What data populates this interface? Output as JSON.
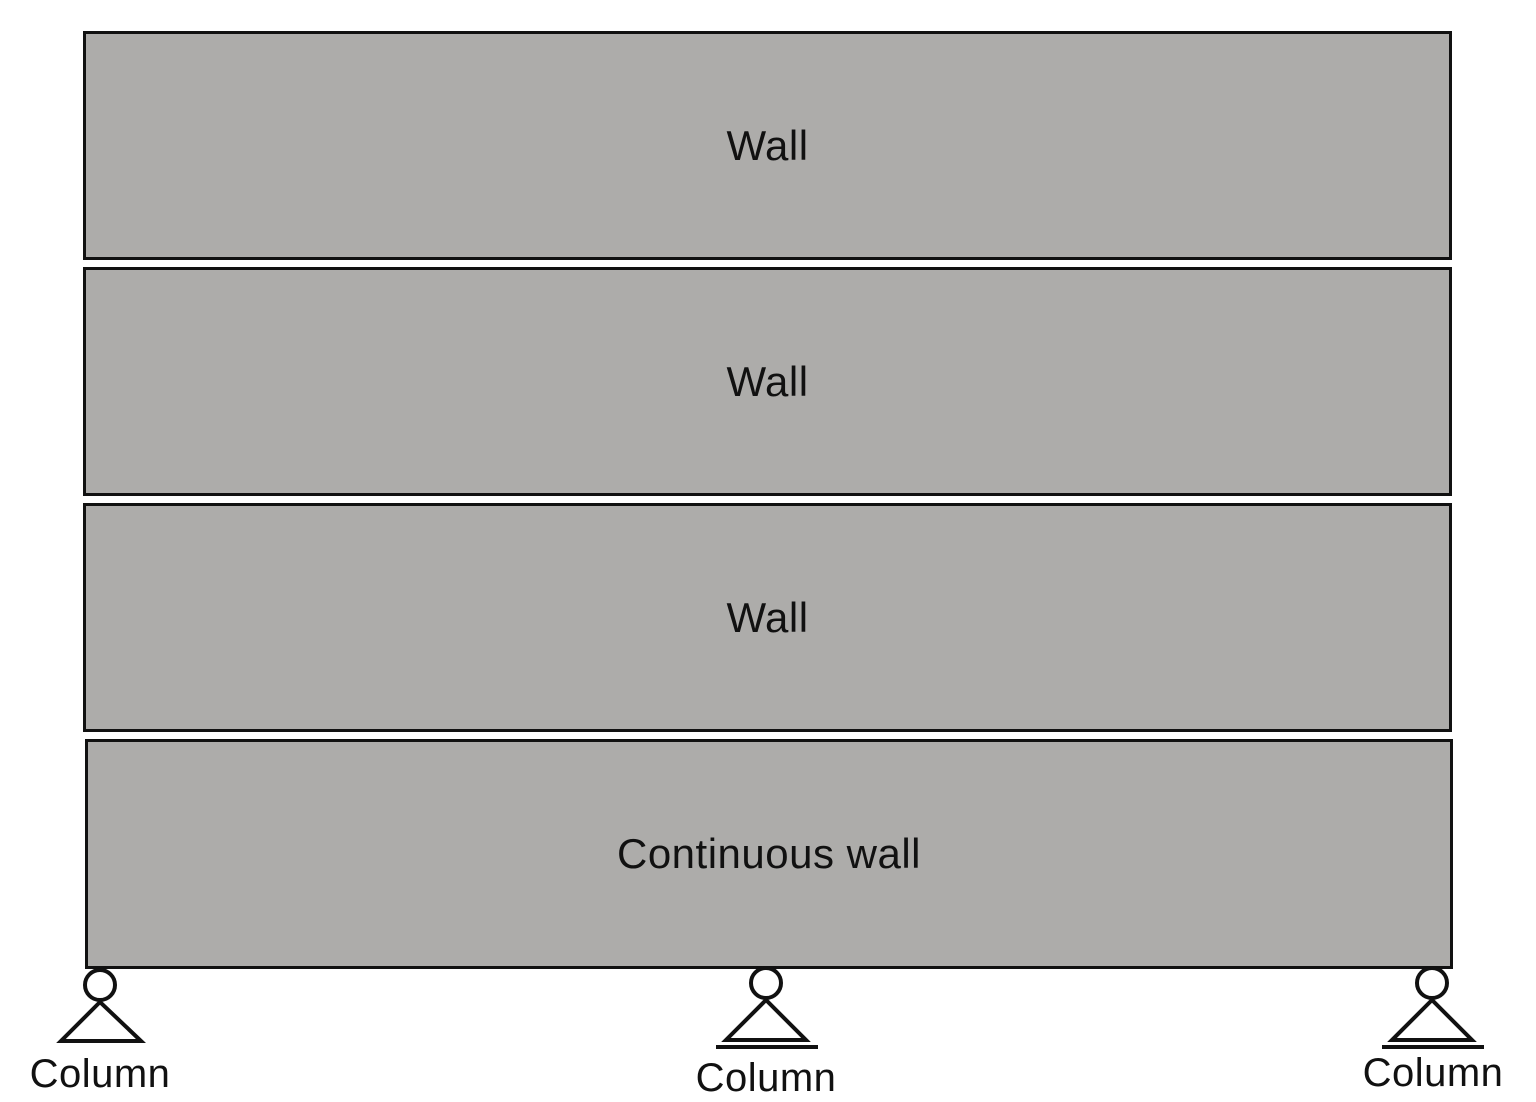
{
  "diagram": {
    "fill_color": "#adacaa",
    "stroke_color": "#111111",
    "panels": [
      {
        "label": "Wall"
      },
      {
        "label": "Wall"
      },
      {
        "label": "Wall"
      },
      {
        "label": "Continuous wall"
      }
    ],
    "supports": [
      {
        "label": "Column",
        "type": "pin"
      },
      {
        "label": "Column",
        "type": "roller"
      },
      {
        "label": "Column",
        "type": "roller"
      }
    ]
  }
}
